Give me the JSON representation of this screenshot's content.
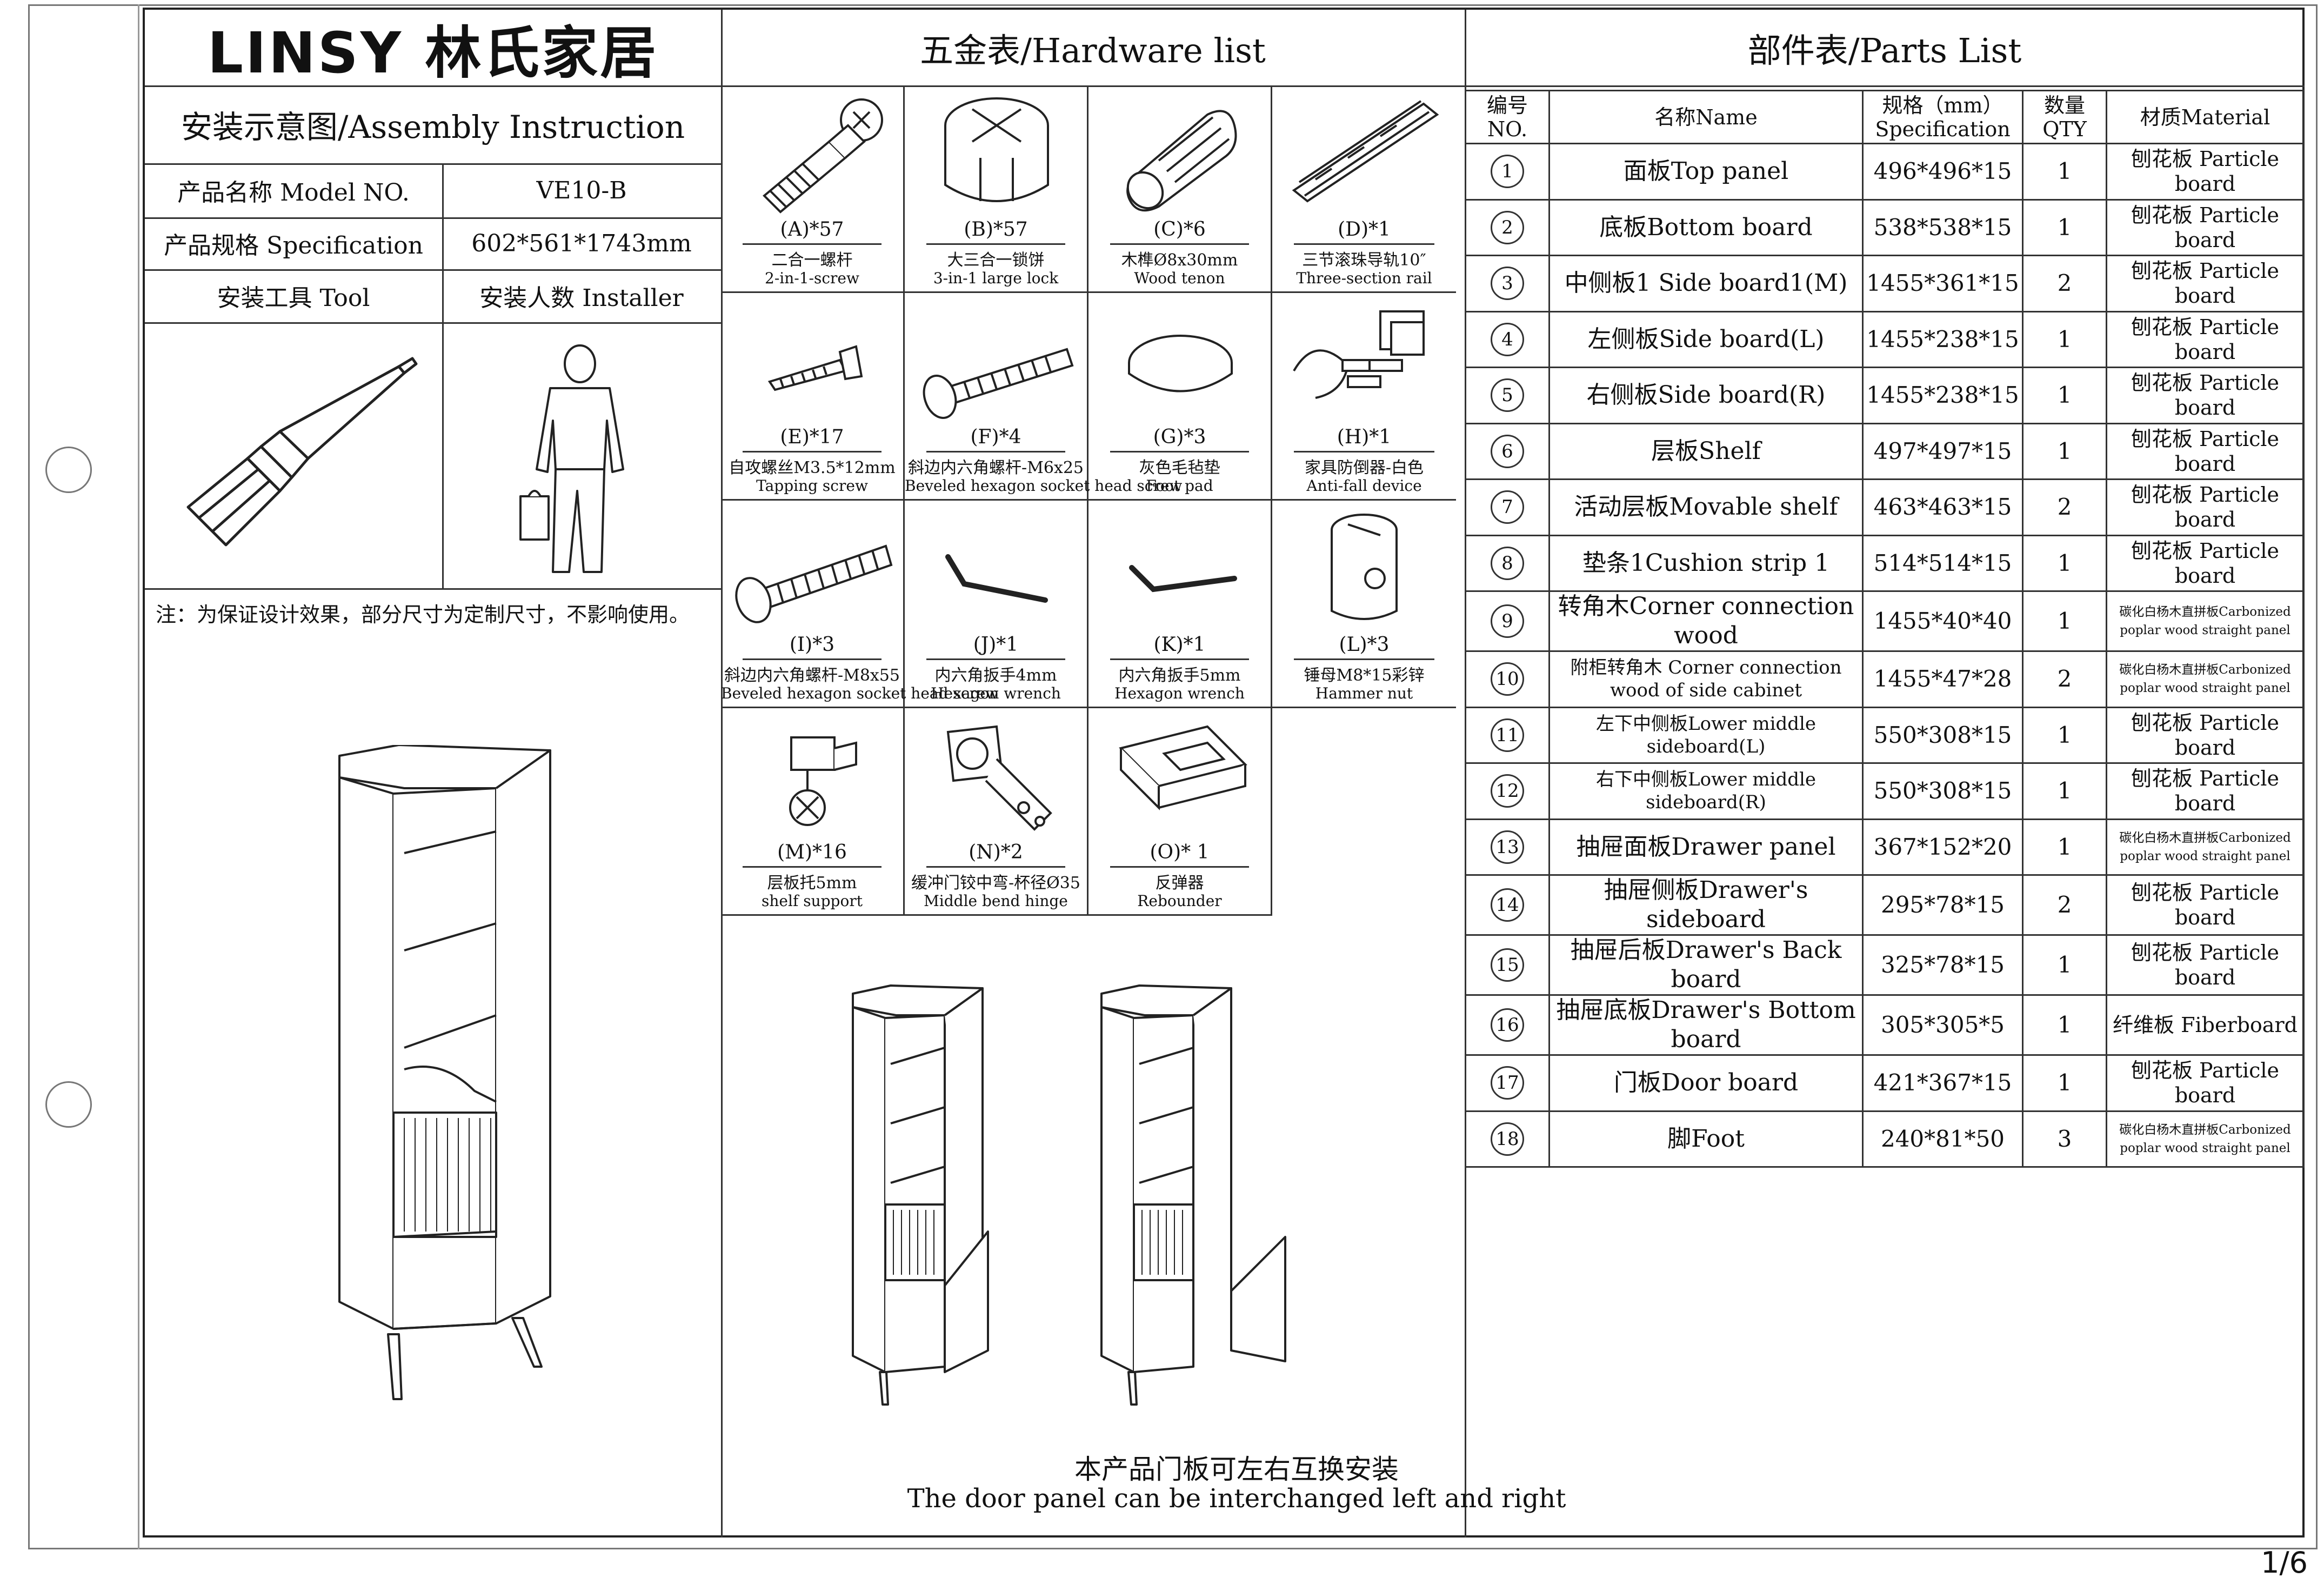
{
  "header": {
    "brand": "LINSY 林氏家居",
    "hardware_title": "五金表/Hardware list",
    "parts_title": "部件表/Parts List"
  },
  "info": {
    "assembly_title": "安装示意图/Assembly Instruction",
    "model_label": "产品名称 Model NO.",
    "model_value": "VE10-B",
    "spec_label": "产品规格 Specification",
    "spec_value": "602*561*1743mm",
    "tool_label": "安装工具 Tool",
    "installer_label": "安装人数 Installer",
    "note": "注：为保证设计效果，部分尺寸为定制尺寸，不影响使用。"
  },
  "hardware": [
    {
      "code": "(A)*57",
      "zh": "二合一螺杆",
      "en": "2-in-1-screw",
      "icon": "cam-bolt-icon"
    },
    {
      "code": "(B)*57",
      "zh": "大三合一锁饼",
      "en": "3-in-1 large lock",
      "icon": "cam-lock-icon"
    },
    {
      "code": "(C)*6",
      "zh": "木榫Ø8x30mm",
      "en": "Wood tenon",
      "icon": "wood-dowel-icon"
    },
    {
      "code": "(D)*1",
      "zh": "三节滚珠导轨10″",
      "en": "Three-section  rail",
      "icon": "drawer-rail-icon"
    },
    {
      "code": "(E)*17",
      "zh": "自攻螺丝M3.5*12mm",
      "en": "Tapping screw",
      "icon": "tapping-screw-icon"
    },
    {
      "code": "(F)*4",
      "zh": "斜边内六角螺杆-M6x25",
      "en": "Beveled hexagon socket head screw",
      "icon": "hex-screw-icon"
    },
    {
      "code": "(G)*3",
      "zh": "灰色毛毡垫",
      "en": "Foot pad",
      "icon": "felt-pad-icon"
    },
    {
      "code": "(H)*1",
      "zh": "家具防倒器-白色",
      "en": "Anti-fall device",
      "icon": "anti-tip-icon"
    },
    {
      "code": "(I)*3",
      "zh": "斜边内六角螺杆-M8x55",
      "en": "Beveled hexagon socket head screw",
      "icon": "long-hex-screw-icon"
    },
    {
      "code": "(J)*1",
      "zh": "内六角扳手4mm",
      "en": "Hexagon wrench",
      "icon": "hex-wrench-icon"
    },
    {
      "code": "(K)*1",
      "zh": "内六角扳手5mm",
      "en": "Hexagon wrench",
      "icon": "hex-wrench-icon"
    },
    {
      "code": "(L)*3",
      "zh": "锤母M8*15彩锌",
      "en": "Hammer nut",
      "icon": "barrel-nut-icon"
    },
    {
      "code": "(M)*16",
      "zh": "层板托5mm",
      "en": "shelf support",
      "icon": "shelf-support-icon"
    },
    {
      "code": "(N)*2",
      "zh": "缓冲门铰中弯-杯径Ø35",
      "en": "Middle bend hinge",
      "icon": "hinge-icon"
    },
    {
      "code": "(O)* 1",
      "zh": "反弹器",
      "en": "Rebounder",
      "icon": "rebounder-icon"
    }
  ],
  "parts_headers": {
    "no": "编号NO.",
    "name": "名称Name",
    "spec": "规格（mm）Specification",
    "qty": "数量QTY",
    "material": "材质Material"
  },
  "parts": [
    {
      "no": "1",
      "name": "面板Top panel",
      "spec": "496*496*15",
      "qty": "1",
      "material": "刨花板 Particle board"
    },
    {
      "no": "2",
      "name": "底板Bottom board",
      "spec": "538*538*15",
      "qty": "1",
      "material": "刨花板 Particle board"
    },
    {
      "no": "3",
      "name": "中侧板1 Side board1(M)",
      "spec": "1455*361*15",
      "qty": "2",
      "material": "刨花板 Particle board"
    },
    {
      "no": "4",
      "name": "左侧板Side board(L)",
      "spec": "1455*238*15",
      "qty": "1",
      "material": "刨花板 Particle board"
    },
    {
      "no": "5",
      "name": "右侧板Side board(R)",
      "spec": "1455*238*15",
      "qty": "1",
      "material": "刨花板 Particle board"
    },
    {
      "no": "6",
      "name": "层板Shelf",
      "spec": "497*497*15",
      "qty": "1",
      "material": "刨花板 Particle board"
    },
    {
      "no": "7",
      "name": "活动层板Movable shelf",
      "spec": "463*463*15",
      "qty": "2",
      "material": "刨花板 Particle board"
    },
    {
      "no": "8",
      "name": "垫条1Cushion strip 1",
      "spec": "514*514*15",
      "qty": "1",
      "material": "刨花板 Particle board"
    },
    {
      "no": "9",
      "name": "转角木Corner connection wood",
      "spec": "1455*40*40",
      "qty": "1",
      "material": "碳化白杨木直拼板Carbonized poplar wood straight panel"
    },
    {
      "no": "10",
      "name": "附柜转角木 Corner connection wood of side cabinet",
      "spec": "1455*47*28",
      "qty": "2",
      "material": "碳化白杨木直拼板Carbonized poplar wood straight panel"
    },
    {
      "no": "11",
      "name": "左下中侧板Lower middle sideboard(L)",
      "spec": "550*308*15",
      "qty": "1",
      "material": "刨花板 Particle board"
    },
    {
      "no": "12",
      "name": "右下中侧板Lower middle sideboard(R)",
      "spec": "550*308*15",
      "qty": "1",
      "material": "刨花板 Particle board"
    },
    {
      "no": "13",
      "name": "抽屉面板Drawer panel",
      "spec": "367*152*20",
      "qty": "1",
      "material": "碳化白杨木直拼板Carbonized poplar wood straight panel"
    },
    {
      "no": "14",
      "name": "抽屉侧板Drawer's sideboard",
      "spec": "295*78*15",
      "qty": "2",
      "material": "刨花板 Particle board"
    },
    {
      "no": "15",
      "name": "抽屉后板Drawer's Back board",
      "spec": "325*78*15",
      "qty": "1",
      "material": "刨花板 Particle board"
    },
    {
      "no": "16",
      "name": "抽屉底板Drawer's Bottom board",
      "spec": "305*305*5",
      "qty": "1",
      "material": "纤维板 Fiberboard"
    },
    {
      "no": "17",
      "name": "门板Door board",
      "spec": "421*367*15",
      "qty": "1",
      "material": "刨花板 Particle board"
    },
    {
      "no": "18",
      "name": "脚Foot",
      "spec": "240*81*50",
      "qty": "3",
      "material": "碳化白杨木直拼板Carbonized poplar wood straight panel"
    }
  ],
  "door_note": {
    "zh": "本产品门板可左右互换安装",
    "en": "The door panel can be interchanged left and right"
  },
  "page_number": "1/6"
}
